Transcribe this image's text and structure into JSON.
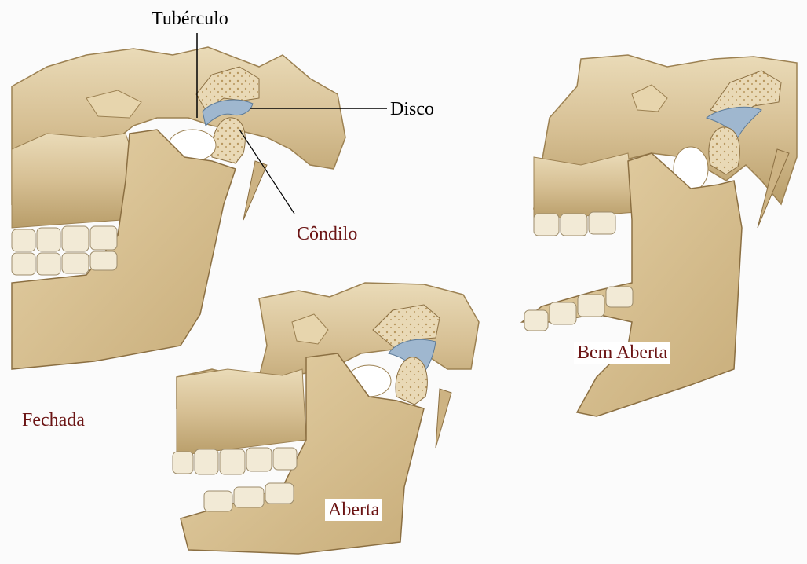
{
  "labels": {
    "tuberculo": "Tubérculo",
    "disco": "Disco",
    "condilo": "Côndilo",
    "fechada": "Fechada",
    "aberta": "Aberta",
    "bem_aberta": "Bem Aberta"
  },
  "colors": {
    "bone": "#d9c39a",
    "bone_light": "#efe2c4",
    "bone_dark": "#a88e5c",
    "disc": "#9fb7cf",
    "cavity": "#ffffff",
    "tooth": "#f2ead6",
    "label_dark": "#000000",
    "label_red": "#6b1414"
  },
  "views": [
    "closed-jaw-view",
    "open-jaw-view",
    "wide-open-jaw-view"
  ]
}
